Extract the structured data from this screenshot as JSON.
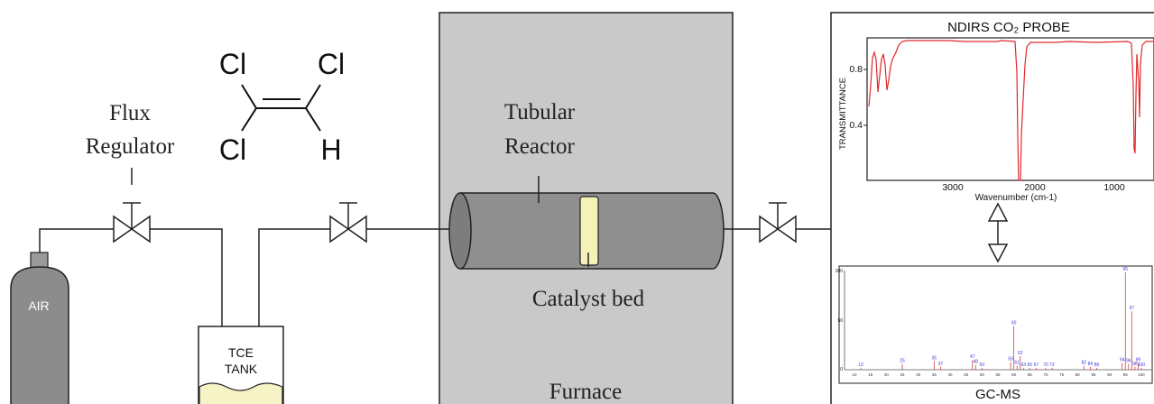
{
  "labels": {
    "flux_line1": "Flux",
    "flux_line2": "Regulator",
    "reactor_line1": "Tubular",
    "reactor_line2": "Reactor",
    "catalyst": "Catalyst bed",
    "furnace": "Furnace",
    "air": "AIR",
    "tank_line1": "TCE",
    "tank_line2": "TANK"
  },
  "molecule": {
    "atom_top_left": "Cl",
    "atom_top_right": "Cl",
    "atom_bottom_left": "Cl",
    "atom_bottom_right": "H"
  },
  "ir_panel": {
    "title": "NDIRS   CO₂  PROBE",
    "ylabel": "TRANSMITTANCE",
    "xlabel": "Wavenumber (cm-1)",
    "y_ticks": [
      "0.8",
      "0.4"
    ],
    "x_ticks": [
      "3000",
      "2000",
      "1000"
    ],
    "line_color": "#e0282a"
  },
  "ms_panel": {
    "title": "GC-MS",
    "y_ticks": [
      "100",
      "50",
      "0"
    ],
    "x_ticks": [
      "10",
      "15",
      "20",
      "25",
      "30",
      "35",
      "40",
      "45",
      "50",
      "55",
      "60",
      "65",
      "70",
      "75",
      "80",
      "85",
      "90",
      "95",
      "100"
    ],
    "peaks": [
      {
        "mz": 12,
        "label": "12",
        "intensity": 2
      },
      {
        "mz": 25,
        "label": "25",
        "intensity": 6
      },
      {
        "mz": 35,
        "label": "35",
        "intensity": 9
      },
      {
        "mz": 37,
        "label": "37",
        "intensity": 3
      },
      {
        "mz": 47,
        "label": "47",
        "intensity": 10
      },
      {
        "mz": 48,
        "label": "48",
        "intensity": 5
      },
      {
        "mz": 50,
        "label": "50",
        "intensity": 2
      },
      {
        "mz": 59,
        "label": "59",
        "intensity": 8
      },
      {
        "mz": 60,
        "label": "60",
        "intensity": 45
      },
      {
        "mz": 61,
        "label": "61",
        "intensity": 4
      },
      {
        "mz": 62,
        "label": "62",
        "intensity": 14
      },
      {
        "mz": 63,
        "label": "63",
        "intensity": 2
      },
      {
        "mz": 65,
        "label": "65",
        "intensity": 2
      },
      {
        "mz": 67,
        "label": "67",
        "intensity": 2
      },
      {
        "mz": 70,
        "label": "70",
        "intensity": 2
      },
      {
        "mz": 72,
        "label": "72",
        "intensity": 2
      },
      {
        "mz": 82,
        "label": "82",
        "intensity": 4
      },
      {
        "mz": 84,
        "label": "84",
        "intensity": 3
      },
      {
        "mz": 86,
        "label": "86",
        "intensity": 2
      },
      {
        "mz": 94,
        "label": "94",
        "intensity": 7
      },
      {
        "mz": 95,
        "label": "95",
        "intensity": 100
      },
      {
        "mz": 96,
        "label": "96",
        "intensity": 6
      },
      {
        "mz": 97,
        "label": "97",
        "intensity": 60
      },
      {
        "mz": 98,
        "label": "98",
        "intensity": 3
      },
      {
        "mz": 99,
        "label": "99",
        "intensity": 7
      },
      {
        "mz": 100,
        "label": "100",
        "intensity": 2
      }
    ],
    "peak_color": "#3a3adb"
  }
}
